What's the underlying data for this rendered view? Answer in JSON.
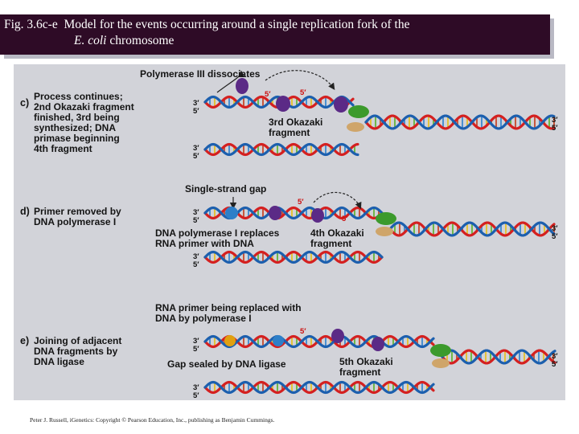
{
  "title": {
    "fig_label": "Fig. 3.6c-e",
    "line1": "Model for the events occurring around a single replication fork of the",
    "organism": "E. coli",
    "line2_rest": "chromosome"
  },
  "panel_c": {
    "letter": "c)",
    "header": "Polymerase III dissociates",
    "text": [
      "Process continues;",
      "2nd Okazaki fragment",
      "finished, 3rd being",
      "synthesized; DNA",
      "primase beginning",
      "4th fragment"
    ],
    "fragment_label": [
      "3rd Okazaki",
      "fragment"
    ],
    "strand_top_left": [
      "3′",
      "5′"
    ],
    "strand_bottom_left": [
      "3′",
      "5′"
    ],
    "strand_right": [
      "3′",
      "5′"
    ],
    "five_prime_marks": [
      "5′",
      "5′"
    ]
  },
  "panel_d": {
    "letter": "d)",
    "header": "Single-strand gap",
    "text": [
      "Primer removed by",
      "DNA polymerase I"
    ],
    "pol1_label": [
      "DNA polymerase I replaces",
      "RNA primer with DNA"
    ],
    "fragment_label": [
      "4th Okazaki",
      "fragment"
    ],
    "strand_top_left": [
      "3′",
      "5′"
    ],
    "strand_bottom_left": [
      "3′",
      "5′"
    ],
    "strand_right": [
      "3′",
      "5′"
    ],
    "five_prime_marks": [
      "5′",
      "5′"
    ]
  },
  "panel_e": {
    "letter": "e)",
    "header": [
      "RNA primer being replaced with",
      "DNA by polymerase I"
    ],
    "text": [
      "Joining of adjacent",
      "DNA fragments by",
      "DNA ligase"
    ],
    "gap_label": "Gap sealed by DNA ligase",
    "fragment_label": [
      "5th Okazaki",
      "fragment"
    ],
    "strand_top_left": [
      "3′",
      "5′"
    ],
    "strand_bottom_left": [
      "3′",
      "5′"
    ],
    "strand_right": [
      "3′",
      "5′"
    ],
    "five_prime_marks": [
      "5′"
    ]
  },
  "footer": "Peter J. Russell, iGenetics: Copyright © Pearson Education, Inc., publishing as Benjamin Cummings.",
  "colors": {
    "title_bg": "#2e0b26",
    "panel_bg": "#d2d3d9",
    "strand_red": "#d42020",
    "strand_blue": "#1c5fae",
    "rna_primer": "#e25555",
    "new_dna": "#2e7fc8",
    "pol3_purple": "#5b2a86",
    "ligase_gold": "#e0a010",
    "helicase_green": "#3c9a2c",
    "primase_tan": "#cfa56a"
  }
}
